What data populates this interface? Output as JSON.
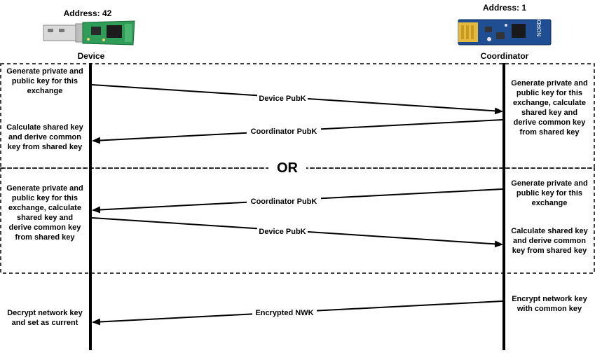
{
  "device": {
    "address": "Address: 42",
    "label": "Device"
  },
  "coordinator": {
    "address": "Address: 1",
    "label": "Coordinator",
    "board_text": "NORDIC"
  },
  "section1": {
    "device_note_1": "Generate private and public key for this exchange",
    "device_note_2": "Calculate shared key and derive common key from shared key",
    "coord_note": "Generate private and public key for this exchange, calculate shared key and derive common key from shared key",
    "arrow_1": "Device PubK",
    "arrow_2": "Coordinator PubK"
  },
  "separator": "OR",
  "section2": {
    "device_note": "Generate private and public key for this exchange, calculate shared key and derive common key from shared key",
    "coord_note_1": "Generate private and public key for this exchange",
    "coord_note_2": "Calculate shared key and derive common key from shared key",
    "arrow_1": "Coordinator PubK",
    "arrow_2": "Device PubK"
  },
  "section3": {
    "device_note": "Decrypt network key and set as current",
    "coord_note": "Encrypt network key with common key",
    "arrow_1": "Encrypted NWK"
  }
}
